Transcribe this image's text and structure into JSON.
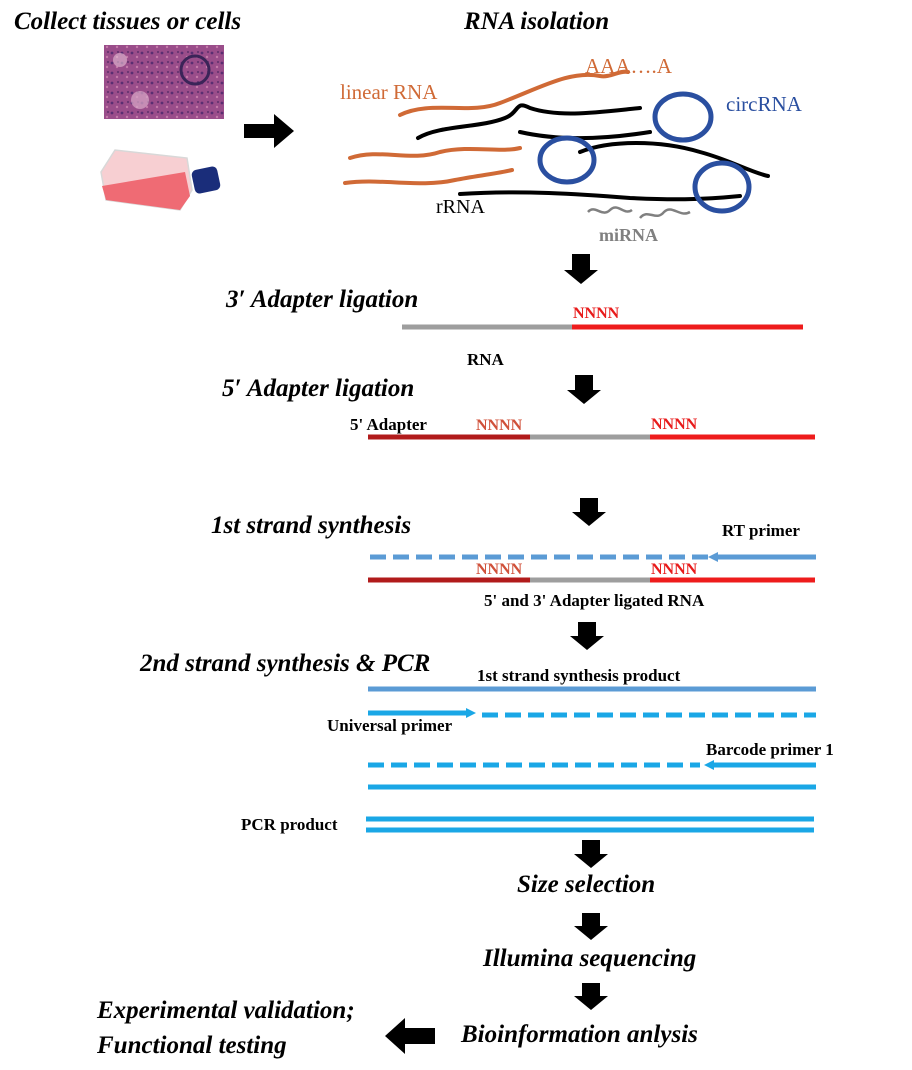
{
  "colors": {
    "linear_rna": "#d06a36",
    "circ_rna": "#2a4fa0",
    "rrna": "#000000",
    "mirna": "#808080",
    "adapter3": "#ee1c1c",
    "adapter5": "#b11b1b",
    "rna_core": "#9e9e9e",
    "primer": "#5b9bd5",
    "pcr": "#1aa7e6",
    "nnnn5": "#d0513a",
    "nnnn3": "#e81b1b"
  },
  "header": {
    "collect": "Collect tissues or cells",
    "isolation": "RNA isolation"
  },
  "rna_mix": {
    "linear": "linear RNA",
    "polya": "AAA….A",
    "circ": "circRNA",
    "rrna": "rRNA",
    "mirna": "miRNA"
  },
  "steps": {
    "adapter3": "3′  Adapter ligation",
    "adapter5": "5′  Adapter ligation",
    "first": "1st strand synthesis",
    "second": "2nd strand synthesis & PCR",
    "size": "Size selection",
    "seq": "Illumina sequencing",
    "bio": "Bioinformation anlysis",
    "validation_line1": "Experimental validation;",
    "validation_line2": "Functional testing"
  },
  "labels": {
    "nnnn": "NNNN",
    "rna": "RNA",
    "adapter5": "5' Adapter",
    "rt_primer": "RT primer",
    "ligated": "5' and 3' Adapter ligated RNA",
    "first_product": "1st strand synthesis product",
    "universal": "Universal primer",
    "barcode": "Barcode primer 1",
    "pcr_product": "PCR product"
  },
  "icons": [
    "tissue-section-image",
    "cell-culture-flask-icon",
    "arrow-right-icon",
    "arrow-down-icon",
    "arrow-left-icon"
  ]
}
